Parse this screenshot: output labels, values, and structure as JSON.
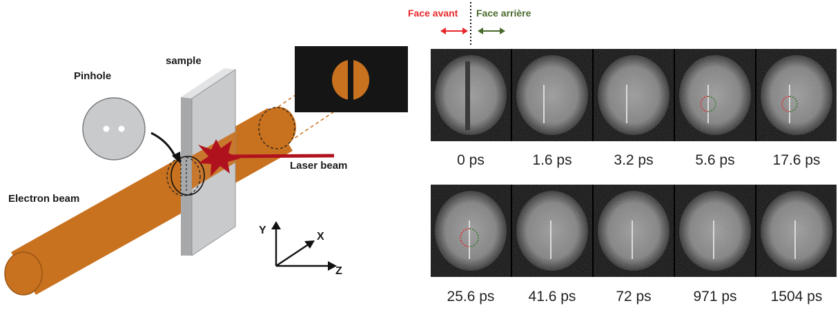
{
  "schematic": {
    "labels": {
      "pinhole": "Pinhole",
      "sample": "sample",
      "laser_beam": "Laser beam",
      "electron_beam": "Electron beam",
      "axis_y": "Y",
      "axis_x": "X",
      "axis_z": "Z"
    },
    "colors": {
      "electron_beam": "#c8711f",
      "laser": "#b0121d",
      "sample": "#c9cacc",
      "inset_background": "#151515"
    }
  },
  "faces": {
    "front_label": "Face avant",
    "back_label": "Face arrière",
    "front_color": "#e8262a",
    "back_color": "#4a6a2c"
  },
  "frames": {
    "row1": [
      {
        "time": "0 ps",
        "markers": false
      },
      {
        "time": "1.6 ps",
        "markers": false
      },
      {
        "time": "3.2 ps",
        "markers": false
      },
      {
        "time": "5.6 ps",
        "markers": true
      },
      {
        "time": "17.6 ps",
        "markers": true
      }
    ],
    "row2": [
      {
        "time": "25.6 ps",
        "markers": true
      },
      {
        "time": "41.6 ps",
        "markers": false
      },
      {
        "time": "72 ps",
        "markers": false
      },
      {
        "time": "971 ps",
        "markers": false
      },
      {
        "time": "1504 ps",
        "markers": false
      }
    ]
  }
}
